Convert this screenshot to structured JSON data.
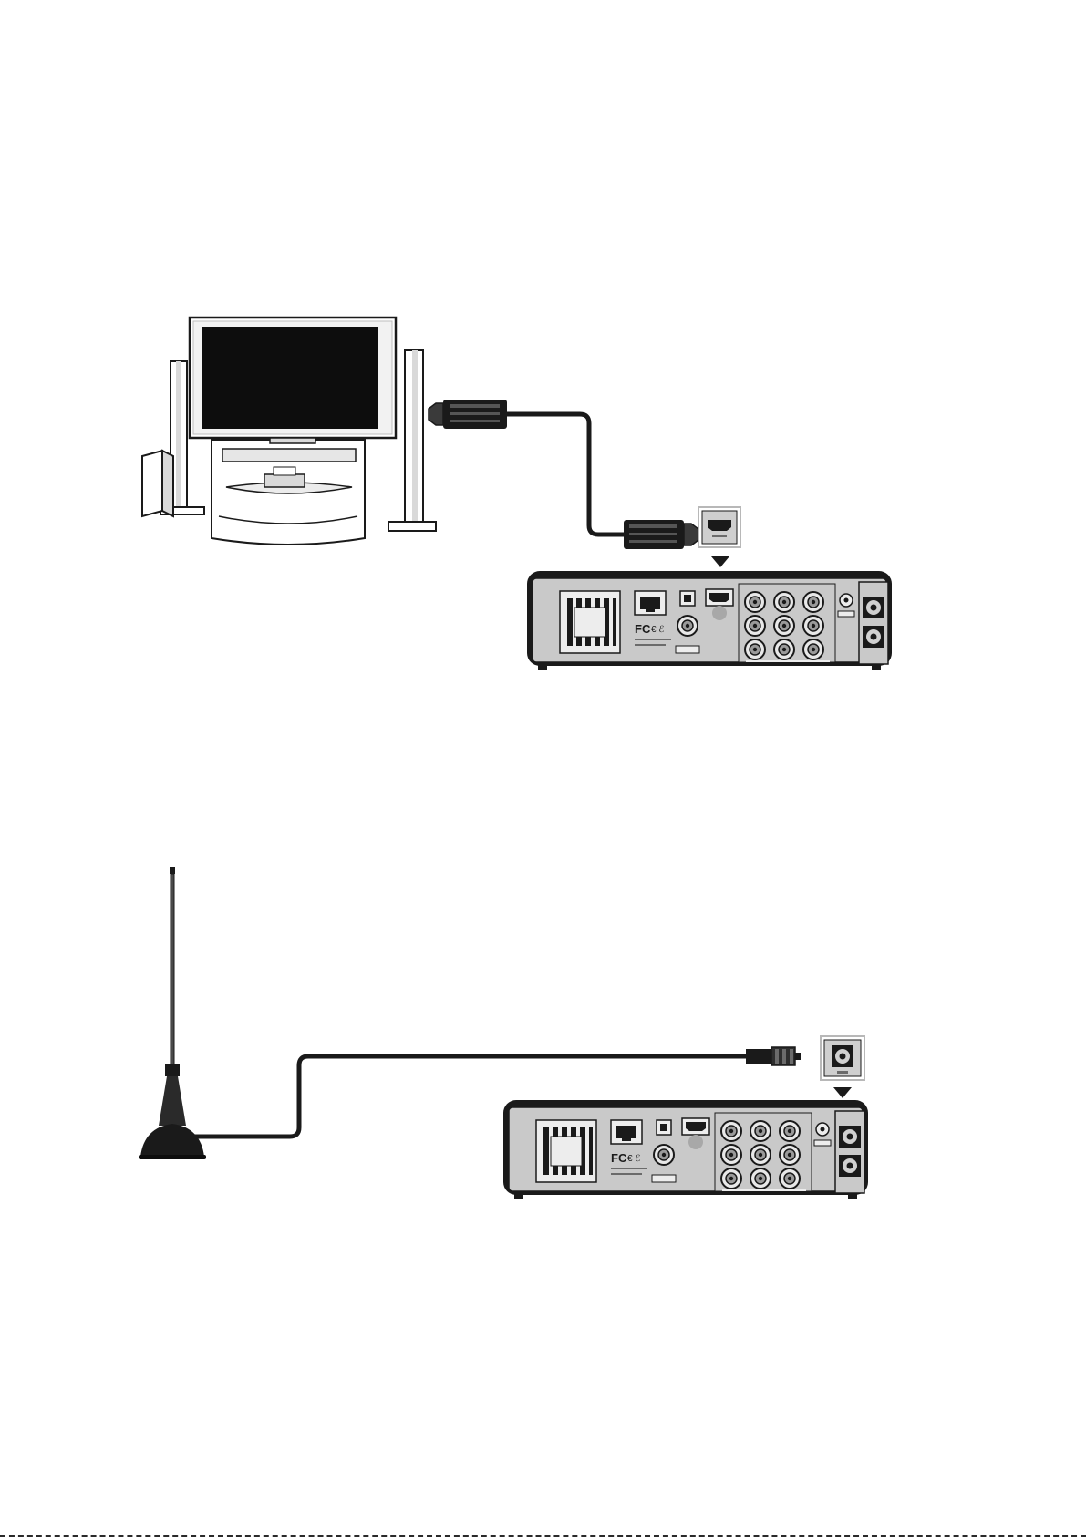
{
  "figures": [
    {
      "id": "hdmi-connection",
      "devices": [
        "tv-with-speakers-icon",
        "hdmi-cable-icon",
        "media-player-rear-panel"
      ],
      "callout": "hdmi-port-callout"
    },
    {
      "id": "antenna-connection",
      "devices": [
        "tv-antenna-icon",
        "coax-cable-icon",
        "media-player-rear-panel"
      ],
      "callout": "rf-in-port-callout"
    }
  ],
  "colors": {
    "line": "#1a1a1a",
    "panel": "#c8c8c8",
    "dark": "#151515",
    "light": "#efefef",
    "mid": "#9a9a9a"
  }
}
